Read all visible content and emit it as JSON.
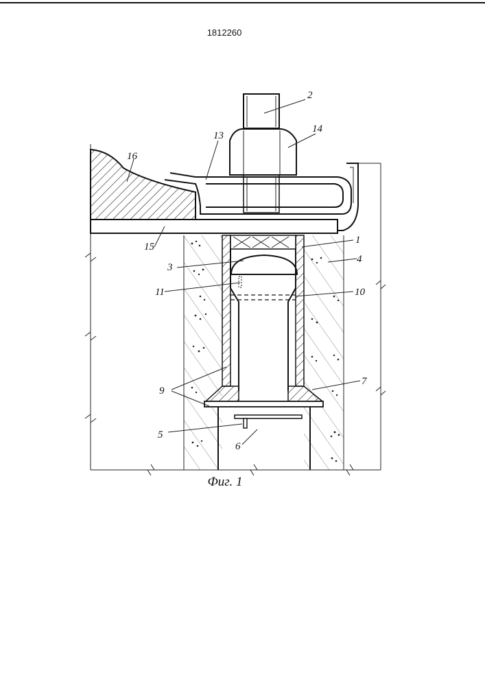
{
  "document": {
    "number": "1812260",
    "caption": "Фиг. 1"
  },
  "callouts": [
    {
      "id": "c2",
      "text": "2"
    },
    {
      "id": "c14",
      "text": "14"
    },
    {
      "id": "c13",
      "text": "13"
    },
    {
      "id": "c16",
      "text": "16"
    },
    {
      "id": "c15",
      "text": "15"
    },
    {
      "id": "c1",
      "text": "1"
    },
    {
      "id": "c4",
      "text": "4"
    },
    {
      "id": "c3",
      "text": "3"
    },
    {
      "id": "c11",
      "text": "11"
    },
    {
      "id": "c10",
      "text": "10"
    },
    {
      "id": "c9",
      "text": "9"
    },
    {
      "id": "c7",
      "text": "7"
    },
    {
      "id": "c5",
      "text": "5"
    },
    {
      "id": "c6",
      "text": "6"
    }
  ]
}
